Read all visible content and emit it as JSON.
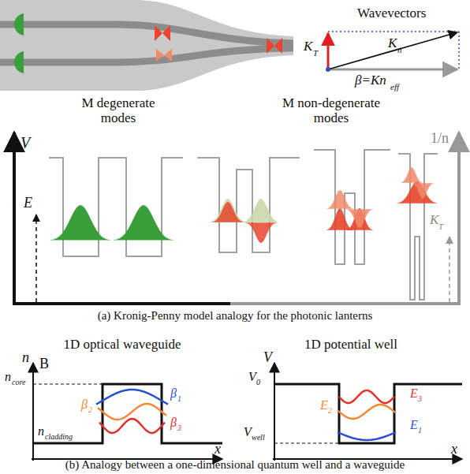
{
  "diagram": {
    "labels": [
      "Wavevectors",
      "K",
      "T",
      "K",
      "n",
      "β=Kn",
      "eff",
      "M degenerate modes",
      "M non-degenerate modes",
      "V",
      "E",
      "1/n",
      "K",
      "T",
      "(a) Kronig-Penny model analogy for the photonic lanterns",
      "B",
      "1D optical waveguide",
      "n",
      "n",
      "core",
      "β",
      "1",
      "β",
      "2",
      "β",
      "3",
      "n",
      "cladding",
      "x",
      "1D potential well",
      "V",
      "V",
      "0",
      "E",
      "2",
      "E",
      "3",
      "E",
      "1",
      "V",
      "well",
      "x",
      "(b) Analogy between a one-dimensional quantum well and a waveguide"
    ]
  }
}
